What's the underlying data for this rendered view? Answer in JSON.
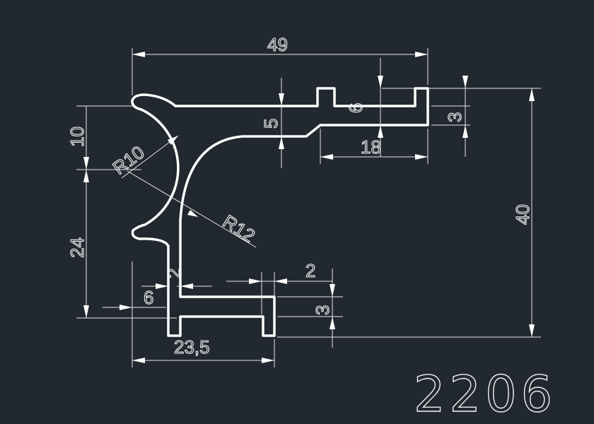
{
  "drawing": {
    "part_number": "2206",
    "dimensions": {
      "overall_width": "49",
      "step_height": "5",
      "slot_depth": "6",
      "right_width": "18",
      "right_tab": "3",
      "top_offset": "10",
      "radius_outer": "R10",
      "lower_height": "24",
      "radius_inner": "R12",
      "overall_height": "40",
      "left_offset": "6",
      "wall_thickness": "2",
      "bottom_wall": "2",
      "bottom_tab": "3",
      "bottom_width": "23,5"
    },
    "colors": {
      "background": "#212830",
      "lines": "#ffffff"
    }
  }
}
